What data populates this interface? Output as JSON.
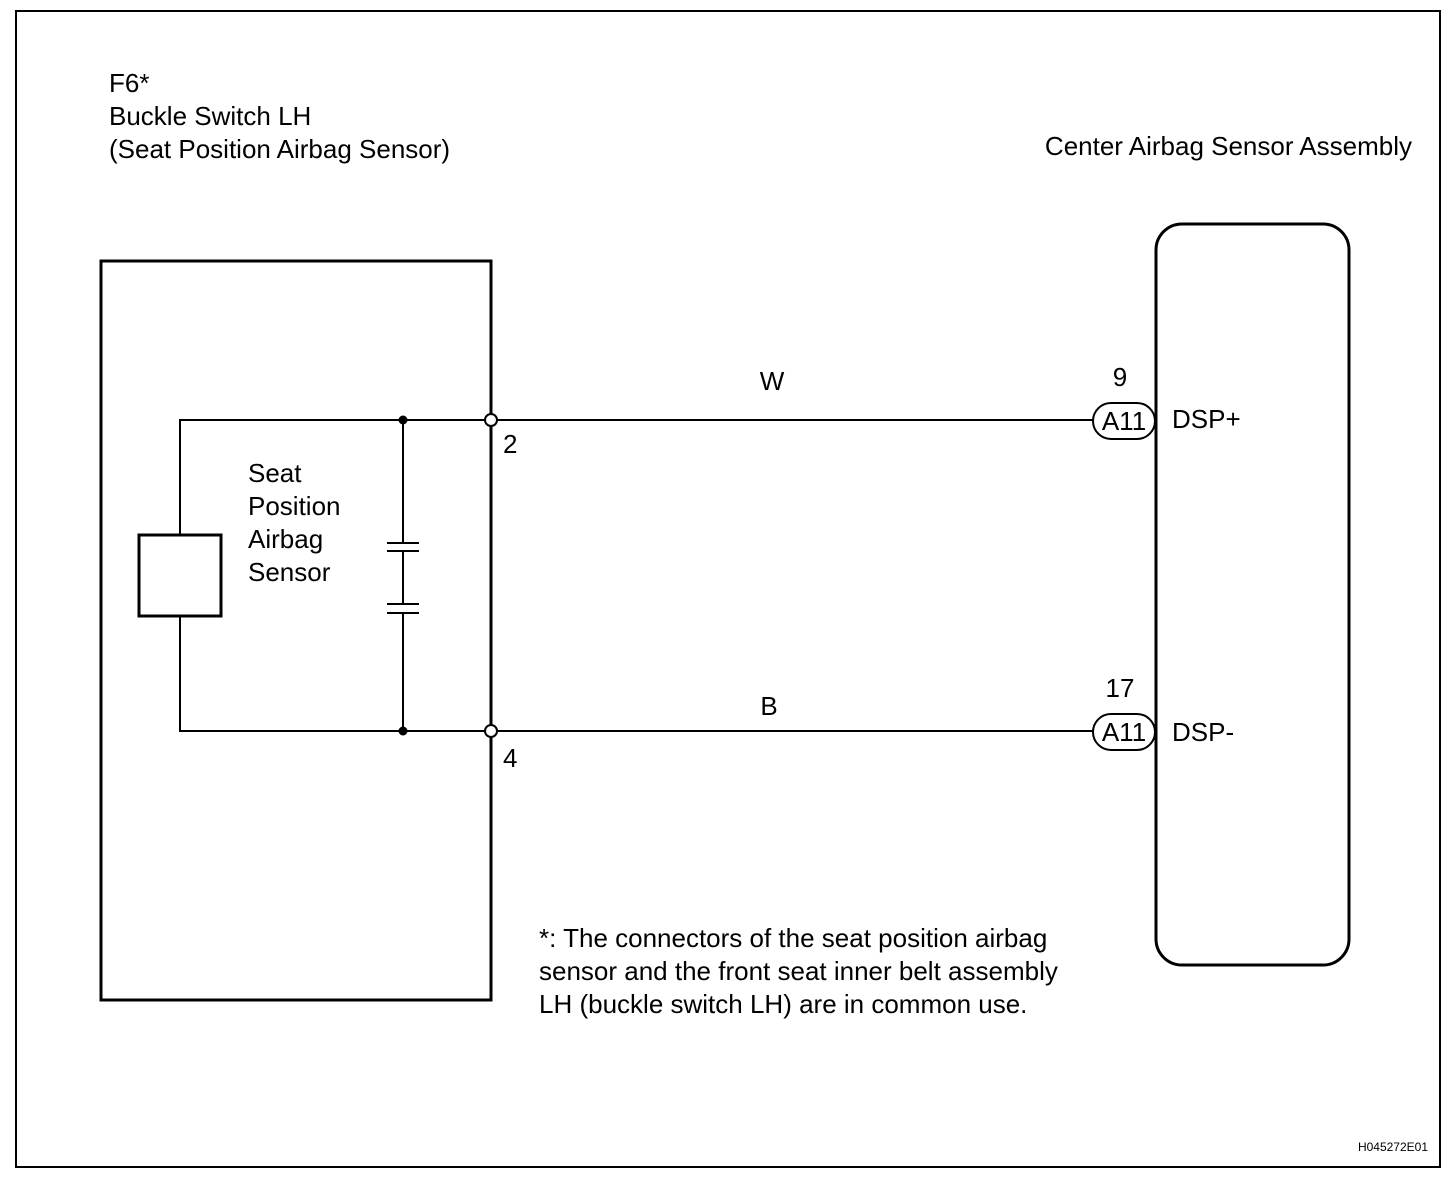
{
  "left_component": {
    "connector_code": "F6*",
    "name": "Buckle Switch LH",
    "subtitle": "(Seat Position Airbag Sensor)",
    "inner_label_lines": [
      "Seat",
      "Position",
      "Airbag",
      "Sensor"
    ],
    "pins": [
      {
        "number": "2"
      },
      {
        "number": "4"
      }
    ]
  },
  "right_component": {
    "name": "Center Airbag Sensor Assembly",
    "terminals": [
      {
        "pin": "9",
        "connector": "A11",
        "signal": "DSP+"
      },
      {
        "pin": "17",
        "connector": "A11",
        "signal": "DSP-"
      }
    ]
  },
  "wires": [
    {
      "color_code": "W",
      "from_pin": "2",
      "to_pin": "9"
    },
    {
      "color_code": "B",
      "from_pin": "4",
      "to_pin": "17"
    }
  ],
  "footnote_lines": [
    "*: The connectors of the seat position airbag",
    "sensor and the front seat inner belt assembly",
    "LH (buckle switch LH) are in common use."
  ],
  "figure_code": "H045272E01"
}
